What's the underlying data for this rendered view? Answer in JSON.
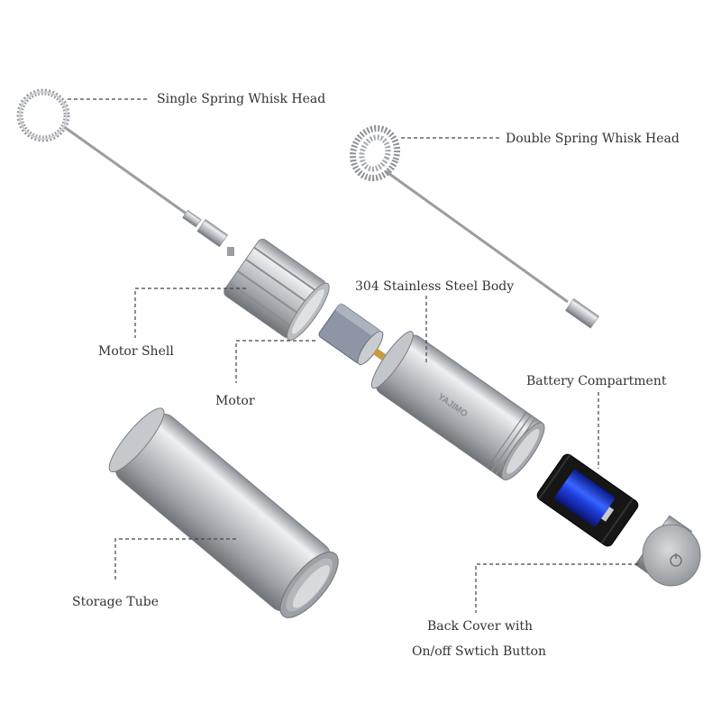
{
  "labels": {
    "single_whisk": "Single Spring Whisk Head",
    "double_whisk": "Double Spring Whisk Head",
    "body": "304 Stainless Steel Body",
    "motor_shell": "Motor Shell",
    "motor": "Motor",
    "battery_compartment": "Battery Compartment",
    "storage_tube": "Storage Tube",
    "back_cover_line1": "Back Cover with",
    "back_cover_line2": "On/off Swtich Button"
  },
  "brand": "YAJIMO",
  "colors": {
    "steel_light": "#e8e9eb",
    "steel_mid": "#b5b8bc",
    "steel_dark": "#7d8086",
    "battery_blue": "#1f3fe0",
    "battery_black": "#161616",
    "leader": "#444444",
    "text": "#333333"
  }
}
